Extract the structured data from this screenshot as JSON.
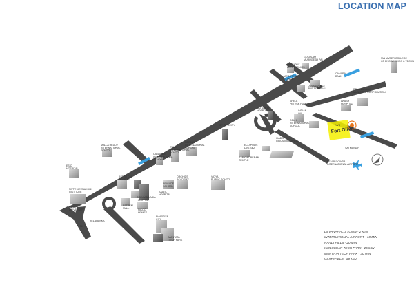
{
  "title": "LOCATION MAP",
  "project": {
    "line1": "VVS",
    "line2": "Fort Olive"
  },
  "labels": {
    "mvit": "MAHAVEER COLLEGE\nOF ENGINEERING & TECHNOLOGY",
    "gokul": "GOKULAM\nMURUGESH PAL",
    "harmony": "HARMONY\nELECTRONICS",
    "aerotech": "AEROTECH\nTOWER",
    "canara": "CANARA\nBANK",
    "devanahalli_bus": "DEVANAHALLI\nBUS TERMINAL",
    "devanahalli_mun": "DEVANAHALLI\nMUNICIPAL CORPORATION",
    "akash": "AKASH\nHOSPITAL",
    "shell": "SHELL\nPETROL PUMP",
    "sai_shetty": "SAI SHETTY\nHOSPITAL",
    "delhi_public": "DELHI\nINTERNATIONAL\nSCHOOL",
    "indian_oil": "INDIAN\nOIL",
    "sp_infocity": "SP INFOCITY",
    "kanyakuberan": "KANYAKUBERAN\nTEMPLE",
    "eco_polis": "ECO POLIS\nDVS SEZ",
    "kiadb": "KIADB\nINDUSTRIAL AREA",
    "sai_mandir": "SAI MANDIR",
    "airport": "KEMPEGOWDA\nINTERNATIONAL AIRPORT",
    "carmel": "CARMEL\nINTERNATIONAL\nSCHOOL",
    "ryan": "RYAN\nINTERNATIONAL\nSCHOOL",
    "canadian": "CANADIAN\nINTERNATIONAL\nSCHOOL",
    "malla_reddy": "MALLA REDDY\nINTERNATIONAL\nSCHOOL",
    "aster": "ASTER CMI\nHOSPITAL",
    "esic": "ESIC\nHOSPITAL",
    "orchids": "ORCHIDS\nACADEMY",
    "brigade": "BRIGADE\nSCHOOL",
    "kaatil": "KAATIL\nHOSPITAL",
    "vidya": "VIDYA\nPUBLIC SCHOOL",
    "nitte": "NITTE MEENAKSHI\nINSTITUTE",
    "columbia": "COLUMBIA ASIA\nHOSPITAL",
    "esteem": "ESTEEM\nMALL",
    "nikoo": "NIKOO\nHOMES",
    "bhartiya": "BHARTIYA\nCITY",
    "manyata": "MANYATA\nTECH PARK",
    "reva": "REVA\nUNIVERSITY",
    "yelahanka": "YELAHANKA",
    "nh": "NH 7"
  },
  "legend": [
    "DEVANAHALLI TOWN - 2 MIN",
    "INTERNATIONAL AIRPORT - 10 MIN",
    "NANDI HILLS - 20 MIN",
    "KIRLOSKAR TECH PARK - 25 MIN",
    "MANYATA TECH PARK - 30 MIN",
    "WHITEFIELD - 30 MIN"
  ],
  "colors": {
    "road": "#4a4a4a",
    "title": "#3a6fb0",
    "highlight": "#f4f000",
    "marker": "#e8761c",
    "blue_marker": "#3aa0e0"
  }
}
